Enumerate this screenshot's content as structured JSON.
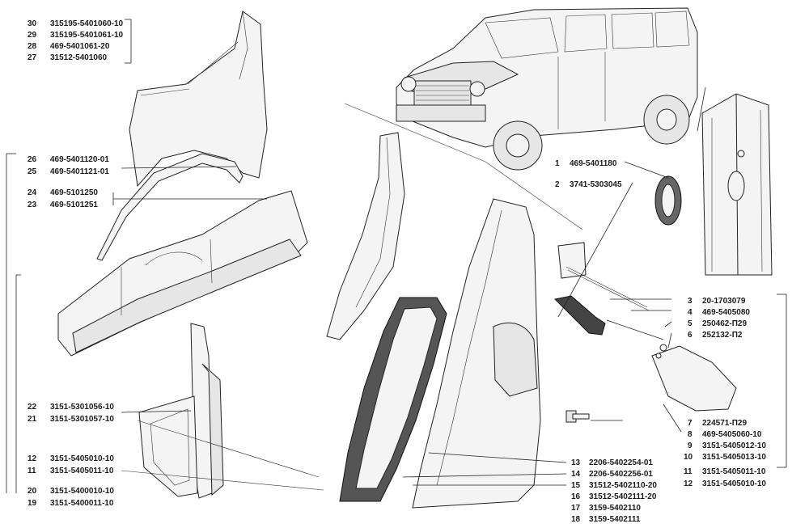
{
  "labels": [
    {
      "num": "30",
      "code": "315195-5401060-10"
    },
    {
      "num": "29",
      "code": "315195-5401061-10"
    },
    {
      "num": "28",
      "code": "469-5401061-20"
    },
    {
      "num": "27",
      "code": "31512-5401060"
    },
    {
      "num": "26",
      "code": "469-5401120-01"
    },
    {
      "num": "25",
      "code": "469-5401121-01"
    },
    {
      "num": "24",
      "code": "469-5101250"
    },
    {
      "num": "23",
      "code": "469-5101251"
    },
    {
      "num": "22",
      "code": "3151-5301056-10"
    },
    {
      "num": "21",
      "code": "3151-5301057-10"
    },
    {
      "num": "12",
      "code": "3151-5405010-10"
    },
    {
      "num": "11",
      "code": "3151-5405011-10"
    },
    {
      "num": "20",
      "code": "3151-5400010-10"
    },
    {
      "num": "19",
      "code": "3151-5400011-10"
    },
    {
      "num": "1",
      "code": "469-5401180"
    },
    {
      "num": "2",
      "code": "3741-5303045"
    },
    {
      "num": "3",
      "code": "20-1703079"
    },
    {
      "num": "4",
      "code": "469-5405080"
    },
    {
      "num": "5",
      "code": "250462-П29"
    },
    {
      "num": "6",
      "code": "252132-П2"
    },
    {
      "num": "7",
      "code": "224571-П29"
    },
    {
      "num": "8",
      "code": "469-5405060-10"
    },
    {
      "num": "9",
      "code": "3151-5405012-10"
    },
    {
      "num": "10",
      "code": "3151-5405013-10"
    },
    {
      "num": "11",
      "code": "3151-5405011-10"
    },
    {
      "num": "12",
      "code": "3151-5405010-10"
    },
    {
      "num": "13",
      "code": "2206-5402254-01"
    },
    {
      "num": "14",
      "code": "2206-5402256-01"
    },
    {
      "num": "15",
      "code": "31512-5402110-20"
    },
    {
      "num": "16",
      "code": "31512-5402111-20"
    },
    {
      "num": "17",
      "code": "3159-5402110"
    },
    {
      "num": "18",
      "code": "3159-5402111"
    }
  ]
}
